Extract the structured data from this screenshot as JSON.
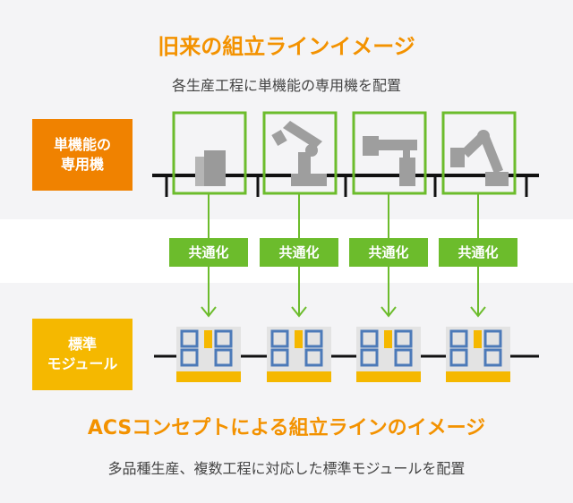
{
  "top": {
    "title": "旧来の組立ラインイメージ",
    "subtitle": "各生産工程に単機能の専用機を配置",
    "tag": "単機能の\n専用機",
    "machines": [
      {
        "icon": "box-station-icon"
      },
      {
        "icon": "robot-arm-icon"
      },
      {
        "icon": "gantry-press-icon"
      },
      {
        "icon": "articulated-arm-icon"
      }
    ]
  },
  "middle": {
    "labels": [
      "共通化",
      "共通化",
      "共通化",
      "共通化"
    ]
  },
  "bottom": {
    "title": "ACSコンセプトによる組立ラインのイメージ",
    "subtitle": "多品種生産、複数工程に対応した標準モジュールを配置",
    "tag": "標準\nモジュール",
    "modules": [
      {
        "icon": "standard-module-icon"
      },
      {
        "icon": "standard-module-icon"
      },
      {
        "icon": "standard-module-icon"
      },
      {
        "icon": "standard-module-icon"
      }
    ]
  },
  "colors": {
    "orange": "#f39200",
    "tag_orange": "#f08200",
    "tag_yellow": "#f5b800",
    "green": "#6cbc2c",
    "module_blue": "#4c7ab8",
    "gray_icon": "#9e9e9e"
  }
}
